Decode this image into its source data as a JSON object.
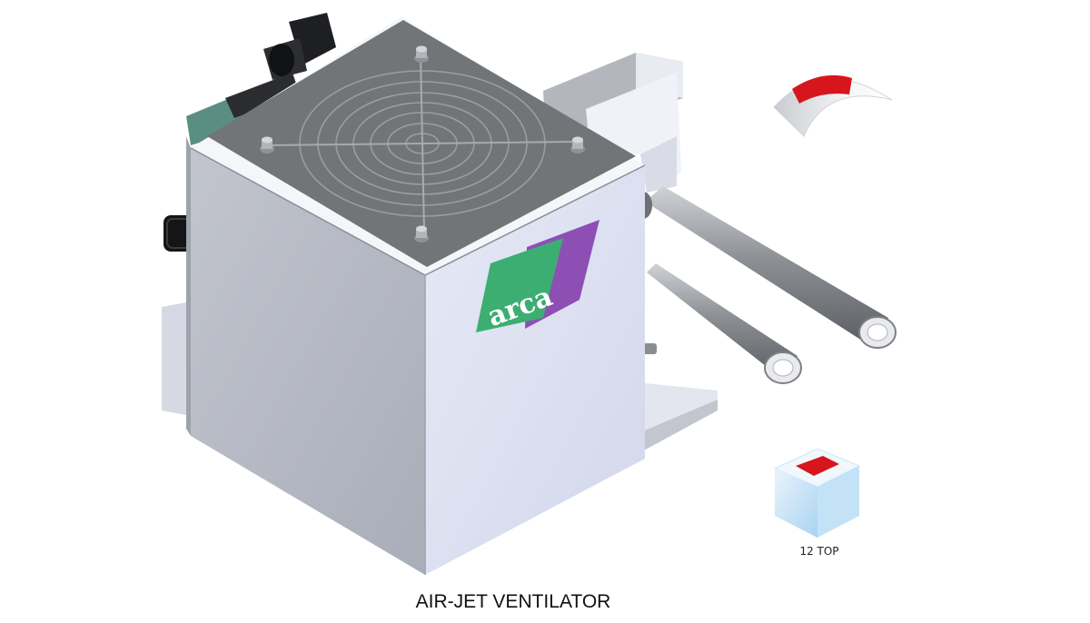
{
  "caption": "AIR-JET VENTILATOR",
  "logo_text": "arca",
  "view_cube": {
    "label": "12 TOP",
    "icon": "view-cube-icon"
  },
  "rotation_icon": "curved-rotation-handle-icon",
  "colors": {
    "housing_front": "#b7bbc6",
    "housing_side": "#dfe3f3",
    "housing_top": "#727578",
    "logo_green": "#3cae71",
    "logo_purple": "#8e4fb5",
    "indicator_red": "#d6161c"
  }
}
